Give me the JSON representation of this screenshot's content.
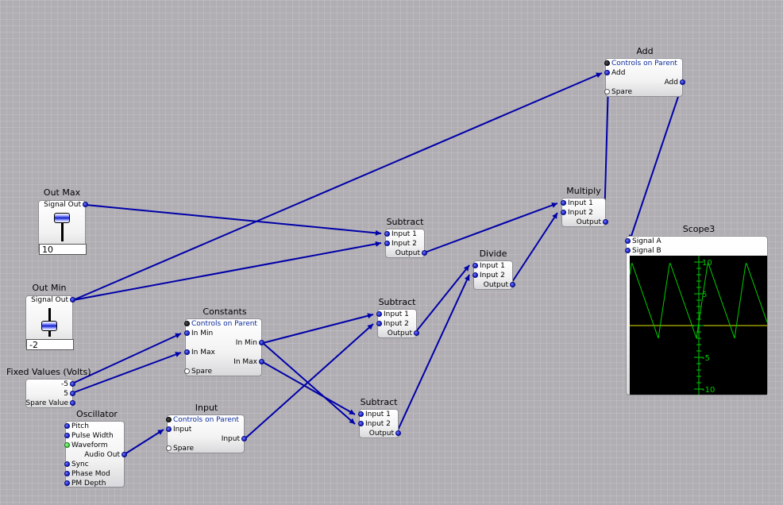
{
  "colors": {
    "wire": "#0000a8",
    "port": "#1c25c9",
    "scope_bg": "#000000",
    "scope_trace": "#00cc00",
    "scope_axis": "#e6e600",
    "canvas": "#b0aeb3"
  },
  "nodes": {
    "out_max": {
      "title": "Out Max",
      "port_signal_out": "Signal Out",
      "value": "10",
      "level": 1.0
    },
    "out_min": {
      "title": "Out Min",
      "port_signal_out": "Signal Out",
      "value": "-2",
      "level": 0.4
    },
    "subtract1": {
      "title": "Subtract",
      "input1": "Input 1",
      "input2": "Input 2",
      "output": "Output"
    },
    "subtract2": {
      "title": "Subtract",
      "input1": "Input 1",
      "input2": "Input 2",
      "output": "Output"
    },
    "subtract3": {
      "title": "Subtract",
      "input1": "Input 1",
      "input2": "Input 2",
      "output": "Output"
    },
    "multiply": {
      "title": "Multiply",
      "input1": "Input 1",
      "input2": "Input 2",
      "output": "Output"
    },
    "divide": {
      "title": "Divide",
      "input1": "Input 1",
      "input2": "Input 2",
      "output": "Output"
    },
    "add": {
      "title": "Add",
      "controls": "Controls on Parent",
      "add_in": "Add",
      "add_out": "Add",
      "spare": "Spare"
    },
    "constants": {
      "title": "Constants",
      "controls": "Controls on Parent",
      "in_min": "In Min",
      "in_max": "In Max",
      "spare": "Spare",
      "out_min": "In Min",
      "out_max": "In Max"
    },
    "fixed": {
      "title": "Fixed Values (Volts)",
      "v1": "-5",
      "v2": "5",
      "spare": "Spare Value"
    },
    "oscillator": {
      "title": "Oscillator",
      "pitch": "Pitch",
      "pulse_width": "Pulse Width",
      "waveform": "Waveform",
      "audio_out": "Audio Out",
      "sync": "Sync",
      "phase_mod": "Phase Mod",
      "pm_depth": "PM Depth"
    },
    "input": {
      "title": "Input",
      "controls": "Controls on Parent",
      "in": "Input",
      "out": "Input",
      "spare": "Spare"
    },
    "scope": {
      "title": "Scope3",
      "signal_a": "Signal A",
      "signal_b": "Signal B",
      "ticks": [
        "10",
        "5",
        "0",
        "-5",
        "-10"
      ]
    }
  }
}
